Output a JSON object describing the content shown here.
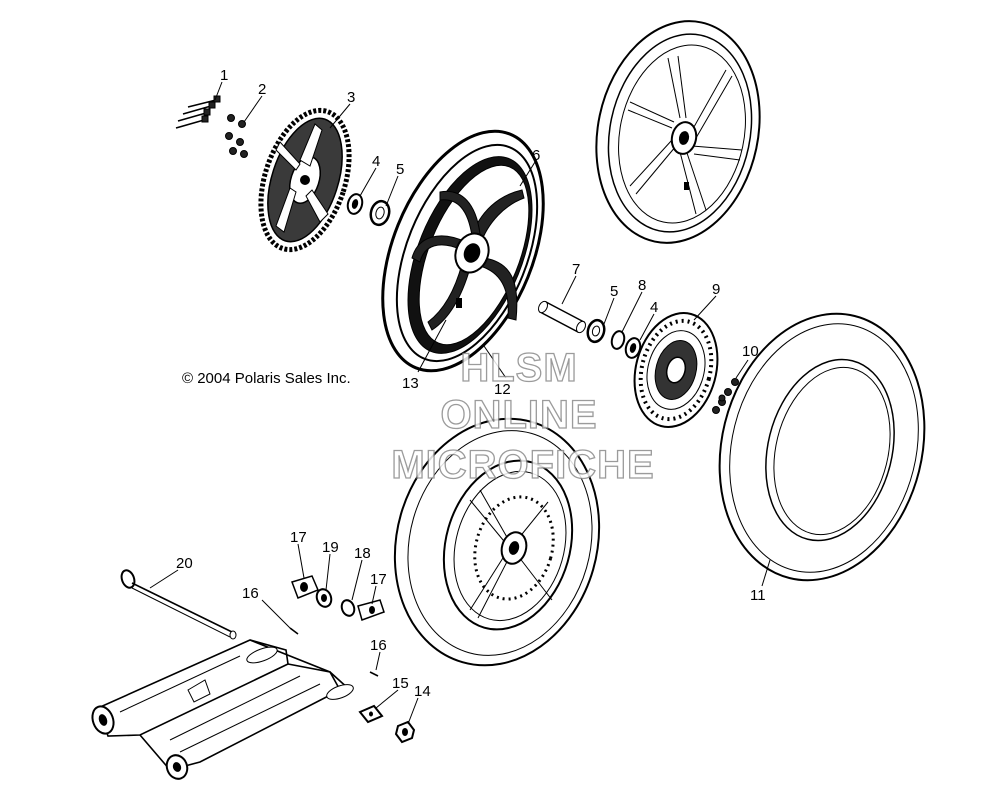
{
  "copyright": "© 2004 Polaris Sales Inc.",
  "watermark": {
    "line1": "HLSM",
    "line2": "ONLINE",
    "line3": "MICROFICHE"
  },
  "callouts": {
    "c1": "1",
    "c2": "2",
    "c3": "3",
    "c4a": "4",
    "c5a": "5",
    "c6": "6",
    "c7": "7",
    "c5b": "5",
    "c8": "8",
    "c4b": "4",
    "c9": "9",
    "c10": "10",
    "c13": "13",
    "c12": "12",
    "c11": "11",
    "c20": "20",
    "c17a": "17",
    "c19": "19",
    "c18": "18",
    "c17b": "17",
    "c16a": "16",
    "c16b": "16",
    "c15": "15",
    "c14": "14"
  }
}
